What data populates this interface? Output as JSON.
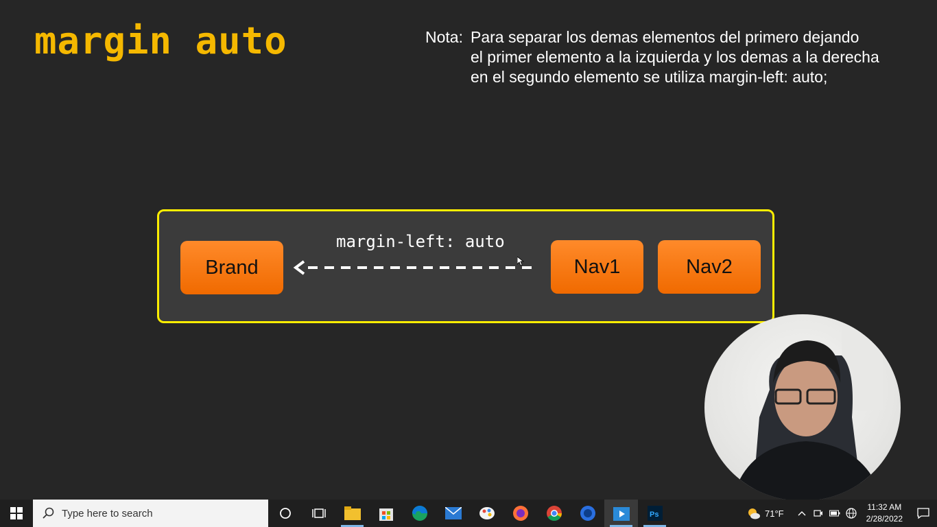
{
  "slide": {
    "title": "margin auto",
    "note_label": "Nota:",
    "note_lines": [
      "Para separar los demas elementos del primero dejando",
      "el primer elemento a la izquierda y los demas a la derecha",
      "en el segundo elemento se utiliza margin-left: auto;"
    ],
    "demo": {
      "brand": "Brand",
      "nav1": "Nav1",
      "nav2": "Nav2",
      "margin_label": "margin-left: auto"
    }
  },
  "taskbar": {
    "search_placeholder": "Type here to search",
    "weather": "71°F",
    "time": "11:32 AM",
    "date": "2/28/2022",
    "apps": [
      "file-explorer",
      "microsoft-store",
      "edge",
      "mail",
      "paint-3d",
      "firefox",
      "chrome",
      "firefox-developer",
      "video-player",
      "photoshop"
    ]
  },
  "colors": {
    "background": "#262626",
    "title": "#f5b800",
    "demo_border": "#ffee00",
    "box": "#f47a10"
  }
}
